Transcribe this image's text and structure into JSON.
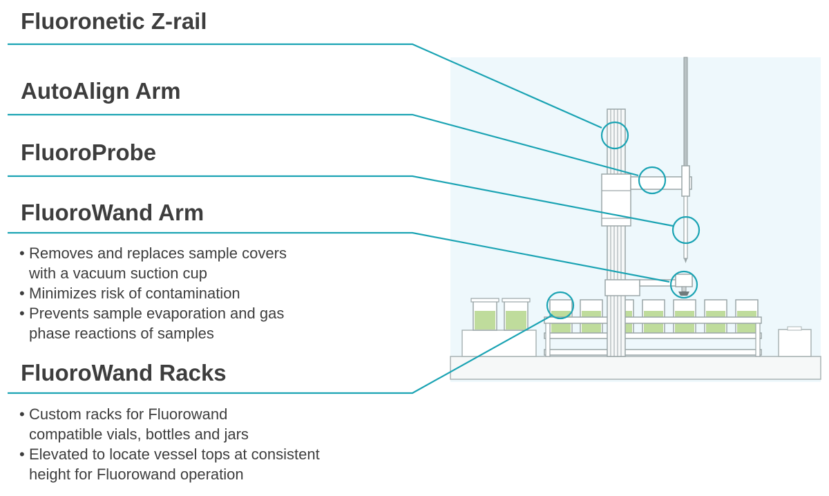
{
  "labels": [
    {
      "key": "zrail",
      "title": "Fluoronetic Z-rail"
    },
    {
      "key": "autoalign",
      "title": "AutoAlign Arm"
    },
    {
      "key": "probe",
      "title": "FluoroProbe"
    },
    {
      "key": "wandarm",
      "title": "FluoroWand Arm",
      "bullets": [
        "Removes and replaces sample covers\nwith a vacuum suction cup",
        "Minimizes risk of contamination",
        "Prevents sample evaporation and gas\nphase reactions of samples"
      ]
    },
    {
      "key": "racks",
      "title": "FluoroWand Racks",
      "bullets": [
        "Custom racks for Fluorowand\ncompatible vials, bottles and jars",
        "Elevated to locate vessel tops at consistent\nheight for Fluorowand operation"
      ]
    }
  ],
  "colors": {
    "accent": "#1aa3b3",
    "text": "#3d3d3d",
    "panel": "#eef8fc",
    "machine": "#f5f7f7",
    "outline": "#9aa5a7",
    "liquid": "#bfdc9c"
  }
}
